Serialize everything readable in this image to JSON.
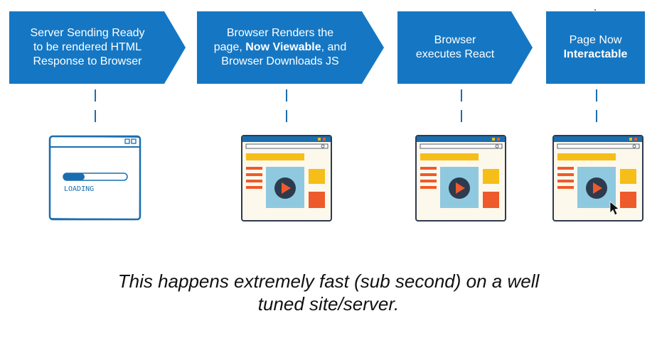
{
  "steps": [
    {
      "lines": [
        "Server Sending Ready",
        "to be rendered HTML",
        "Response to Browser"
      ]
    },
    {
      "line1": "Browser Renders the",
      "line2_pre": "page, ",
      "line2_bold": "Now Viewable",
      "line2_post": ", and",
      "line3": "Browser Downloads JS"
    },
    {
      "lines": [
        "Browser",
        "executes React"
      ]
    },
    {
      "line1": "Page Now",
      "line2_bold": "Interactable"
    }
  ],
  "loading_text": "LOADING",
  "caption": {
    "line1": "This happens extremely fast (sub second) on a well",
    "line2": "tuned site/server."
  },
  "colors": {
    "arrow_blue": "#1577c3",
    "sketch_blue": "#1a6eb0",
    "yellow": "#f6be18",
    "red_orange": "#ee5a2b",
    "teal": "#8ec9df",
    "play_dark": "#2e3b4e"
  }
}
